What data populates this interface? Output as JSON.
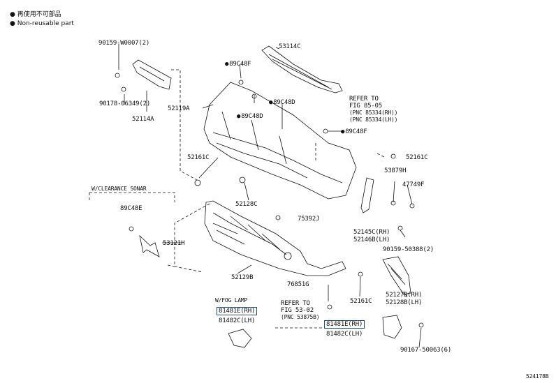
{
  "legend": {
    "line1": "● 再使用不可部品",
    "line2": "● Non-reusable part"
  },
  "notes": {
    "clearance_sonar": "W/CLEARANCE SONAR",
    "fog_lamp": "W/FOG LAMP",
    "refer_85": [
      "REFER TO",
      "FIG 85-05",
      "(PNC 85334(RH))",
      "(PNC 85334(LH))"
    ],
    "refer_53": [
      "REFER TO",
      "FIG 53-02",
      "(PNC 53875B)"
    ]
  },
  "parts": {
    "p90159_w0007": "90159-W0007(2)",
    "p90178_06349": "90178-06349(2)",
    "p52114A": "52114A",
    "p53114C": "53114C",
    "p89C48F_a": "89C48F",
    "p52119A": "52119A",
    "p89C48D_a": "89C48D",
    "p89C48D_b": "89C48D",
    "p89C48F_b": "89C48F",
    "p52161C_a": "52161C",
    "p52161C_b": "52161C",
    "p53879H": "53879H",
    "p47749F": "47749F",
    "p52128C": "52128C",
    "p89C48E": "89C48E",
    "p75392J": "75392J",
    "p53121H": "53121H",
    "p52145C": "52145C(RH)",
    "p52146B": "52146B(LH)",
    "p90159_50388": "90159-50388(2)",
    "p52129B": "52129B",
    "p76851G": "76851G",
    "p52161C_c": "52161C",
    "p52127D": "52127D(RH)",
    "p52128B": "52128B(LH)",
    "p81481E_a": "81481E(RH)",
    "p81482C_a": "81482C(LH)",
    "p81481E_b": "81481E(RH)",
    "p81482C_b": "81482C(LH)",
    "p90167_50063": "90167-50063(6)"
  },
  "footer": {
    "figure_code": "524178B"
  },
  "colors": {
    "highlight_box": "#1e4e78",
    "line": "#111111"
  }
}
